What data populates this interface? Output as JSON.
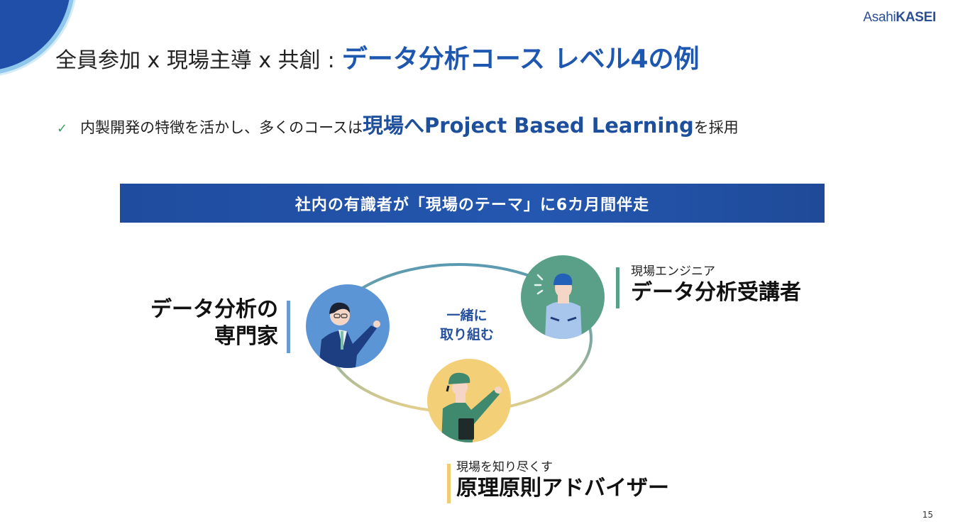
{
  "header": {
    "logo_regular": "Asahi",
    "logo_bold": "KASEI",
    "title_lead": "全員参加 x 現場主導 x 共創",
    "title_separator": ":",
    "title_accent": "データ分析コース レベル4の例"
  },
  "bullet": {
    "icon": "check-icon",
    "text_before": "内製開発の特徴を活かし、多くのコースは",
    "text_emphasis": "現場へProject Based Learning",
    "text_after": "を採用"
  },
  "banner": {
    "text": "社内の有識者が「現場のテーマ」に6カ月間伴走"
  },
  "diagram": {
    "center_line1": "一緒に",
    "center_line2": "取り組む",
    "colors": {
      "expert": "#5b95d6",
      "learner": "#5aa088",
      "advisor": "#f3cf78",
      "ring_top": "#5a9ab0",
      "ring_bottom": "#e6d08a"
    },
    "roles": [
      {
        "id": "expert",
        "subtitle": "",
        "title_line1": "データ分析の",
        "title_line2": "専門家"
      },
      {
        "id": "learner",
        "subtitle": "現場エンジニア",
        "title": "データ分析受講者"
      },
      {
        "id": "advisor",
        "subtitle": "現場を知り尽くす",
        "title": "原理原則アドバイザー"
      }
    ]
  },
  "footer": {
    "page_number": "15"
  }
}
